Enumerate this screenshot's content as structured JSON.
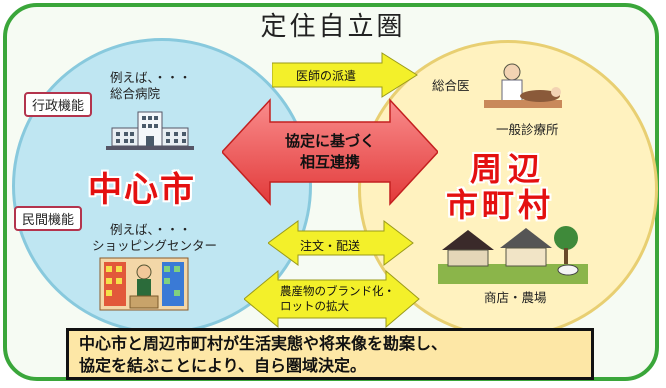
{
  "title": "定住自立圏",
  "left_circle": {
    "label_admin": "行政機能",
    "example_hospital_line1": "例えば、・・・",
    "example_hospital_line2": "総合病院",
    "name": "中心市",
    "label_private": "民間機能",
    "example_shop_line1": "例えば、・・・",
    "example_shop_line2": "ショッピングセンター"
  },
  "center_arrow": {
    "line1": "協定に基づく",
    "line2": "相互連携"
  },
  "right_circle": {
    "name_line1": "周辺",
    "name_line2": "市町村",
    "doctor_label": "総合医",
    "clinic_label": "一般診療所",
    "shop_farm_label": "商店・農場"
  },
  "arrows": {
    "doctor_dispatch": "医師の派遣",
    "order_delivery": "注文・配送",
    "brand_line1": "農産物のブランド化・",
    "brand_line2": "ロットの拡大"
  },
  "summary": {
    "line1": "中心市と周辺市町村が生活実態や将来像を勘案し、",
    "line2": "協定を結ぶことにより、自ら圏域決定。"
  },
  "colors": {
    "border_green": "#3aa63a",
    "left_circle": "#bfe6f2",
    "right_circle": "#fff2bf",
    "red_text": "#e41010",
    "yellow_arrow": "#f3f02a",
    "summary_box": "#fde7a6"
  }
}
